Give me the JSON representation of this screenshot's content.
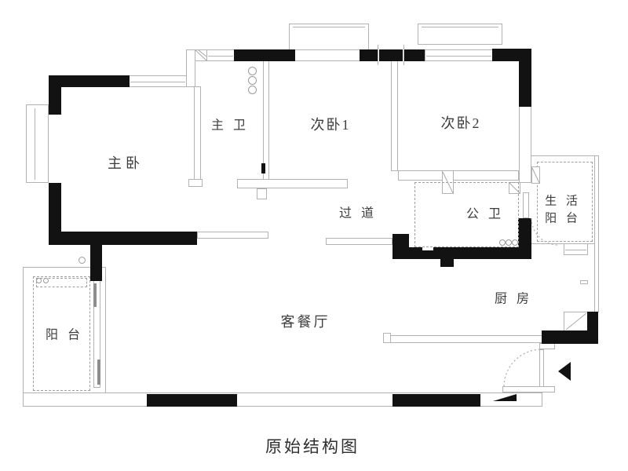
{
  "title": "原始结构图",
  "rooms": {
    "master_bedroom": "主卧",
    "master_bath": "主 卫",
    "bedroom2": "次卧1",
    "bedroom3": "次卧2",
    "corridor": "过 道",
    "public_bath": "公 卫",
    "service_balcony": "生 活\n阳 台",
    "kitchen": "厨 房",
    "living_dining": "客餐厅",
    "balcony": "阳 台"
  },
  "icons": {
    "entrance_arrow_icon": "left-filled-triangle",
    "entry_door_swing_arc": "dotted-quarter-circle",
    "balcony_door_swing_arc": "dotted-quarter-circle"
  },
  "colors": {
    "wall_load_bearing": "#121212",
    "wall_light": "#b3b3b3",
    "dashed_line": "#9e9e9e",
    "label_text": "#3d3d3d",
    "background": "#ffffff"
  }
}
